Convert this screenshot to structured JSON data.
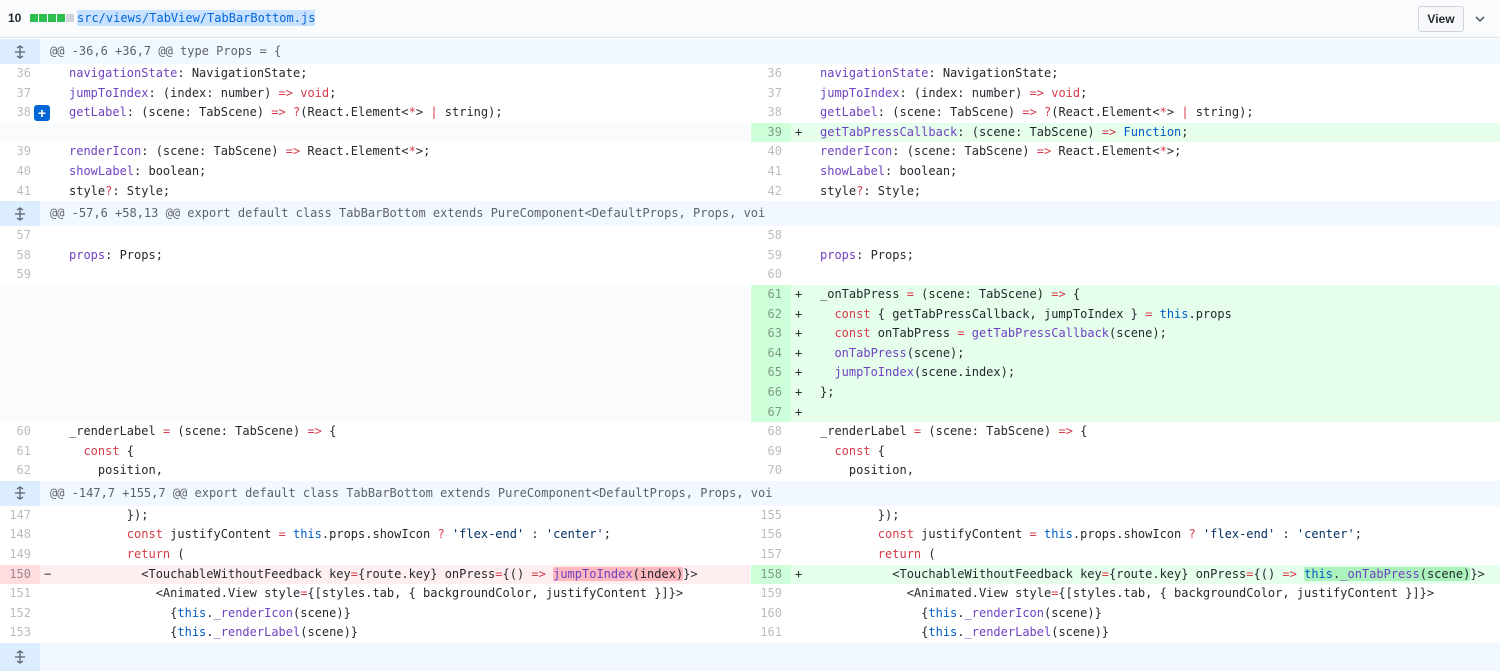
{
  "file": {
    "changes": "10",
    "path": "src/views/TabView/TabBarBottom.js",
    "view_label": "View",
    "stat_blocks": [
      "add",
      "add",
      "add",
      "add",
      "neutral"
    ]
  },
  "hunks": [
    "@@ -36,6 +36,7 @@ type Props = {",
    "@@ -57,6 +58,13 @@ export default class TabBarBottom extends PureComponent<DefaultProps, Props, voi",
    "@@ -147,7 +155,7 @@ export default class TabBarBottom extends PureComponent<DefaultProps, Props, voi"
  ],
  "rows": [
    {
      "l": {
        "n": "36",
        "code": "navigationState: NavigationState;"
      },
      "r": {
        "n": "36",
        "code": "navigationState: NavigationState;"
      }
    },
    {
      "l": {
        "n": "37",
        "code": "jumpToIndex: (index: number) => void;"
      },
      "r": {
        "n": "37",
        "code": "jumpToIndex: (index: number) => void;"
      }
    },
    {
      "l": {
        "n": "38",
        "code": "getLabel: (scene: TabScene) => ?(React.Element<*> | string);",
        "comment": true
      },
      "r": {
        "n": "38",
        "code": "getLabel: (scene: TabScene) => ?(React.Element<*> | string);"
      }
    },
    {
      "l": {
        "type": "empty"
      },
      "r": {
        "type": "add",
        "n": "39",
        "code": "getTabPressCallback: (scene: TabScene) => Function;"
      }
    },
    {
      "l": {
        "n": "39",
        "code": "renderIcon: (scene: TabScene) => React.Element<*>;"
      },
      "r": {
        "n": "40",
        "code": "renderIcon: (scene: TabScene) => React.Element<*>;"
      }
    },
    {
      "l": {
        "n": "40",
        "code": "showLabel: boolean;"
      },
      "r": {
        "n": "41",
        "code": "showLabel: boolean;"
      }
    },
    {
      "l": {
        "n": "41",
        "code": "style?: Style;"
      },
      "r": {
        "n": "42",
        "code": "style?: Style;"
      }
    },
    {
      "hunk": 1
    },
    {
      "l": {
        "n": "57",
        "code": ""
      },
      "r": {
        "n": "58",
        "code": ""
      }
    },
    {
      "l": {
        "n": "58",
        "code": "props: Props;"
      },
      "r": {
        "n": "59",
        "code": "props: Props;"
      }
    },
    {
      "l": {
        "n": "59",
        "code": ""
      },
      "r": {
        "n": "60",
        "code": ""
      }
    },
    {
      "l": {
        "type": "empty"
      },
      "r": {
        "type": "add",
        "n": "61",
        "code": "_onTabPress = (scene: TabScene) => {"
      }
    },
    {
      "l": {
        "type": "empty"
      },
      "r": {
        "type": "add",
        "n": "62",
        "code": "  const { getTabPressCallback, jumpToIndex } = this.props"
      }
    },
    {
      "l": {
        "type": "empty"
      },
      "r": {
        "type": "add",
        "n": "63",
        "code": "  const onTabPress = getTabPressCallback(scene);"
      }
    },
    {
      "l": {
        "type": "empty"
      },
      "r": {
        "type": "add",
        "n": "64",
        "code": "  onTabPress(scene);"
      }
    },
    {
      "l": {
        "type": "empty"
      },
      "r": {
        "type": "add",
        "n": "65",
        "code": "  jumpToIndex(scene.index);"
      }
    },
    {
      "l": {
        "type": "empty"
      },
      "r": {
        "type": "add",
        "n": "66",
        "code": "};"
      }
    },
    {
      "l": {
        "type": "empty"
      },
      "r": {
        "type": "add",
        "n": "67",
        "code": ""
      }
    },
    {
      "l": {
        "n": "60",
        "code": "_renderLabel = (scene: TabScene) => {"
      },
      "r": {
        "n": "68",
        "code": "_renderLabel = (scene: TabScene) => {"
      }
    },
    {
      "l": {
        "n": "61",
        "code": "  const {"
      },
      "r": {
        "n": "69",
        "code": "  const {"
      }
    },
    {
      "l": {
        "n": "62",
        "code": "    position,"
      },
      "r": {
        "n": "70",
        "code": "    position,"
      }
    },
    {
      "hunk": 2
    },
    {
      "l": {
        "n": "147",
        "code": "        });"
      },
      "r": {
        "n": "155",
        "code": "        });"
      }
    },
    {
      "l": {
        "n": "148",
        "code": "        const justifyContent = this.props.showIcon ? 'flex-end' : 'center';"
      },
      "r": {
        "n": "156",
        "code": "        const justifyContent = this.props.showIcon ? 'flex-end' : 'center';"
      }
    },
    {
      "l": {
        "n": "149",
        "code": "        return ("
      },
      "r": {
        "n": "157",
        "code": "        return ("
      }
    },
    {
      "l": {
        "type": "del",
        "n": "150",
        "pre": "          <TouchableWithoutFeedback key={route.key} onPress={() => ",
        "hl": "jumpToIndex(index)",
        "post": "}>"
      },
      "r": {
        "type": "add",
        "n": "158",
        "pre": "          <TouchableWithoutFeedback key={route.key} onPress={() => ",
        "hl": "this._onTabPress(scene)",
        "post": "}>"
      }
    },
    {
      "l": {
        "n": "151",
        "code": "            <Animated.View style={[styles.tab, { backgroundColor, justifyContent }]}>"
      },
      "r": {
        "n": "159",
        "code": "            <Animated.View style={[styles.tab, { backgroundColor, justifyContent }]}>"
      }
    },
    {
      "l": {
        "n": "152",
        "code": "              {this._renderIcon(scene)}"
      },
      "r": {
        "n": "160",
        "code": "              {this._renderIcon(scene)}"
      }
    },
    {
      "l": {
        "n": "153",
        "code": "              {this._renderLabel(scene)}"
      },
      "r": {
        "n": "161",
        "code": "              {this._renderLabel(scene)}"
      }
    }
  ],
  "colors": {
    "add_bg": "#e6ffed",
    "del_bg": "#ffeef0",
    "hunk_bg": "#f1f8ff",
    "accent": "#0366d6"
  },
  "icons": {
    "expand": "unfold-icon",
    "chevron": "chevron-down-icon",
    "add_comment": "plus-icon"
  }
}
